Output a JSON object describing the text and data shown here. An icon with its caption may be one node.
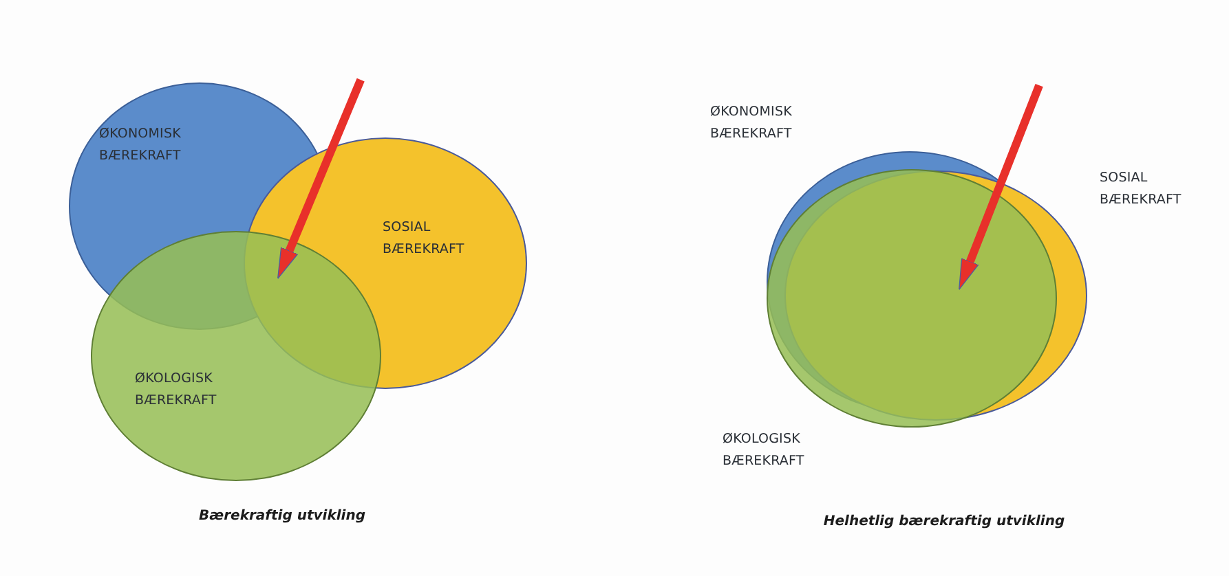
{
  "diagram": {
    "nodes": [
      {
        "text": [
          "ØKONOMISK BÆREKRAFT"
        ]
      },
      {
        "text": [
          "SOSIAL BÆREKRAFT"
        ]
      },
      {
        "text": [
          "ØKOLOGISK BÆREKRAFT"
        ]
      },
      {
        "text": [
          "ØKONOMISK BÆREKRAFT"
        ]
      },
      {
        "text": [
          "SOSIAL BÆREKRAFT"
        ]
      },
      {
        "text": [
          "ØKOLOGISK BÆREKRAFT"
        ]
      }
    ],
    "edges": [
      {
        "from": null,
        "to": 2,
        "arrow": "to"
      },
      {
        "from": null,
        "to": 5,
        "arrow": "to"
      }
    ],
    "labels": [
      "Bærekraftig utvikling",
      "Helhetlig bærekraftig utvikling"
    ]
  }
}
